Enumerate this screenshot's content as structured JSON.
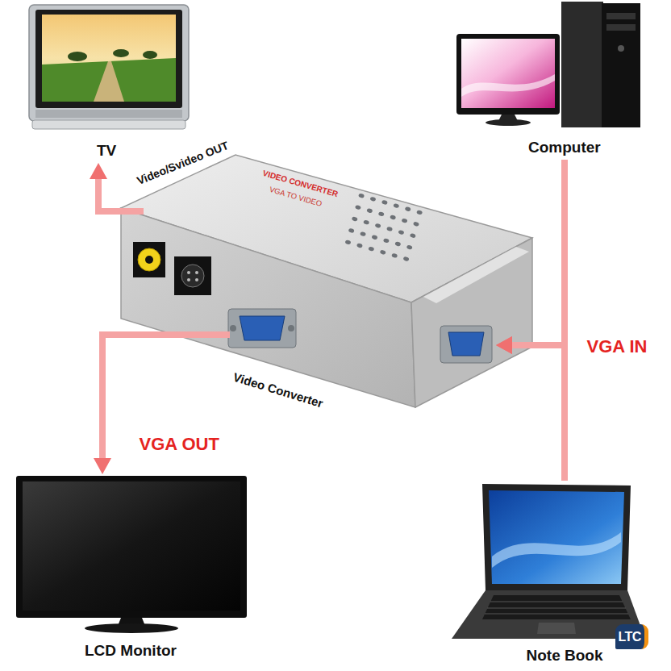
{
  "diagram": {
    "nodes": [
      {
        "text": [
          "TV"
        ]
      },
      {
        "text": [
          "Computer"
        ]
      },
      {
        "text": [
          "VIDEO CONVERTER",
          "VGA TO VIDEO",
          "Video Converter"
        ]
      },
      {
        "text": [
          "LCD Monitor"
        ]
      },
      {
        "text": [
          "Note Book"
        ]
      }
    ],
    "edges": [
      {
        "from": 1,
        "to": 2,
        "arrow": "to",
        "label": "VGA IN"
      },
      {
        "from": 4,
        "to": 2,
        "arrow": "to"
      },
      {
        "from": 2,
        "to": 0,
        "arrow": "to",
        "label": "Video/Svideo OUT"
      },
      {
        "from": 2,
        "to": 3,
        "arrow": "to",
        "label": "VGA OUT"
      }
    ],
    "labels": [
      "LTC"
    ]
  }
}
